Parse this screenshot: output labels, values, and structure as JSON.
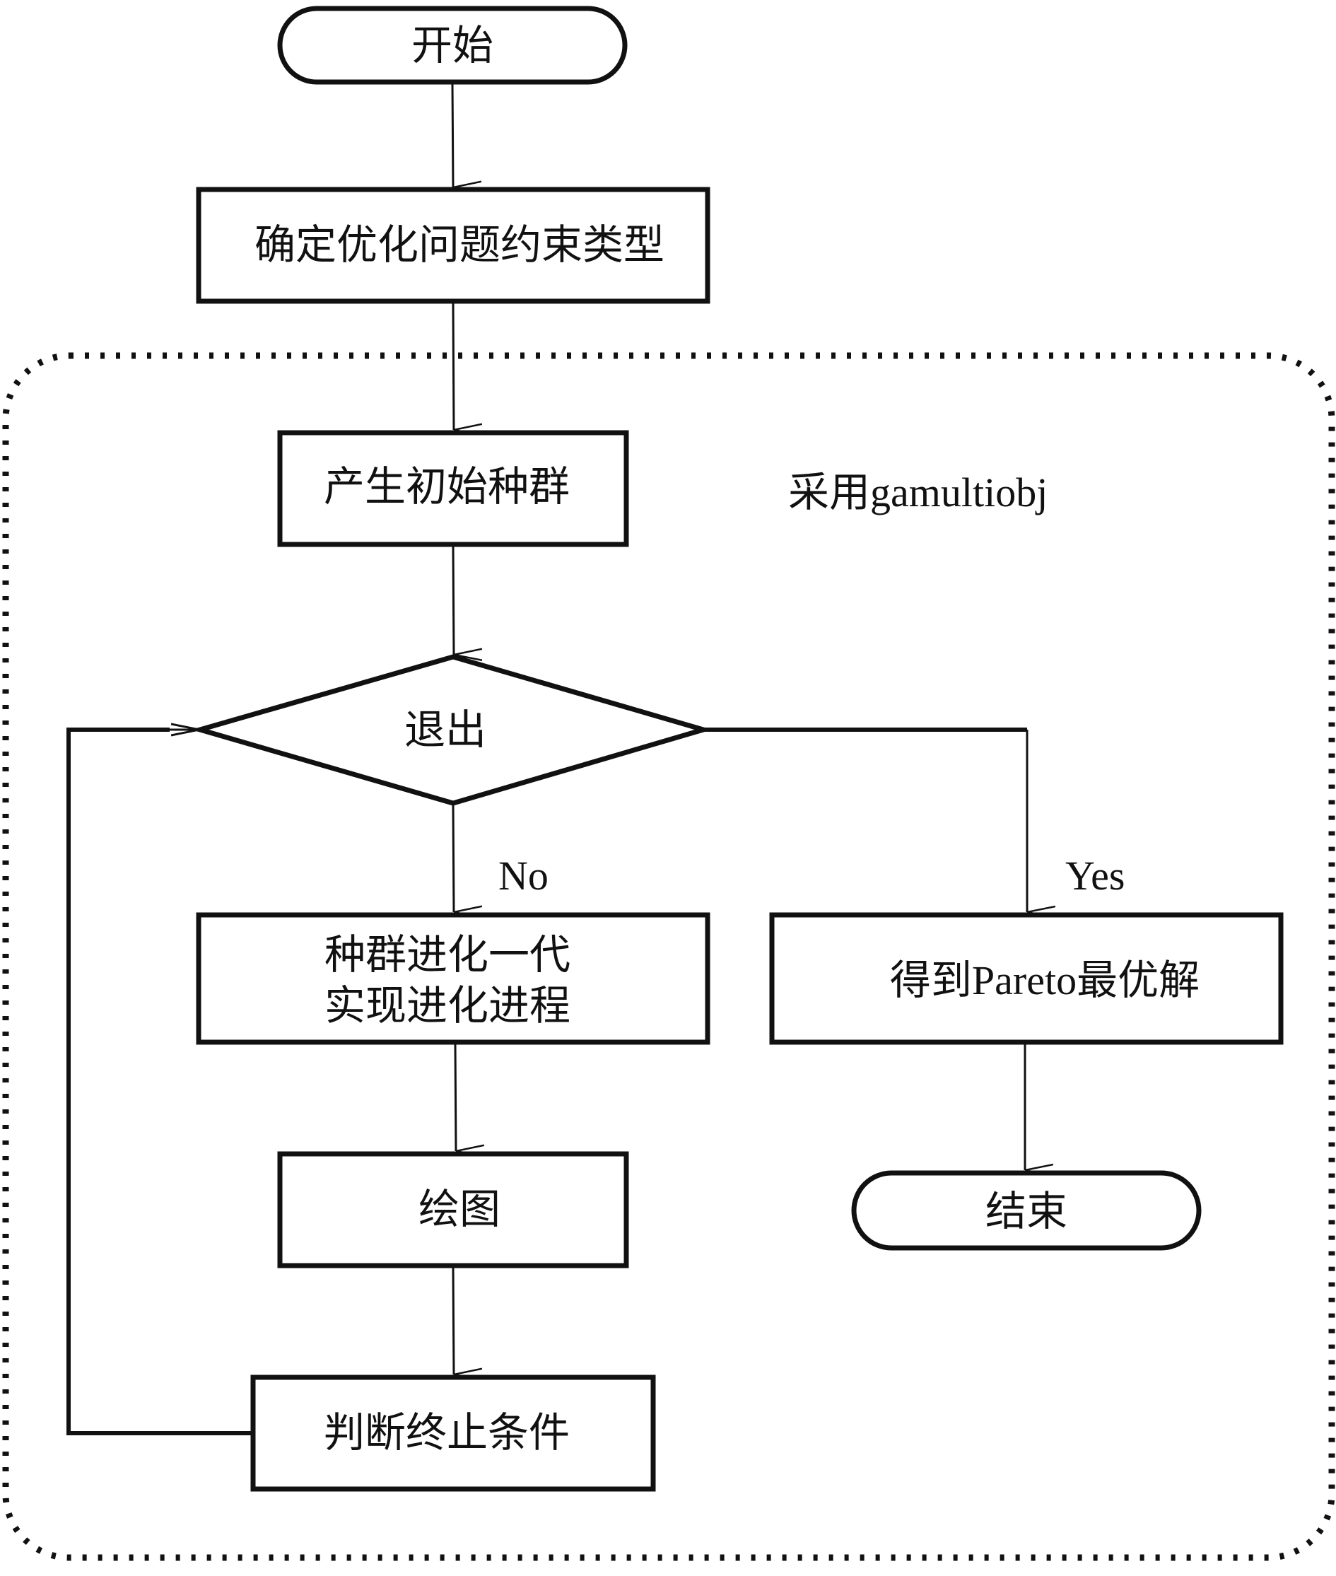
{
  "diagram": {
    "type": "flowchart",
    "container_label": "采用gamultiobj",
    "nodes": {
      "start": "开始",
      "determine_type": "确定优化问题约束类型",
      "init_population": "产生初始种群",
      "exit_decision": "退出",
      "evolve_line1": "种群进化一代",
      "evolve_line2": "实现进化进程",
      "pareto": "得到Pareto最优解",
      "plot": "绘图",
      "check_termination": "判断终止条件",
      "end": "结束"
    },
    "edge_labels": {
      "no": "No",
      "yes": "Yes"
    },
    "edges": [
      {
        "from": "start",
        "to": "determine_type"
      },
      {
        "from": "determine_type",
        "to": "init_population"
      },
      {
        "from": "init_population",
        "to": "exit_decision"
      },
      {
        "from": "exit_decision",
        "to": "evolve",
        "label": "No"
      },
      {
        "from": "exit_decision",
        "to": "pareto",
        "label": "Yes"
      },
      {
        "from": "evolve",
        "to": "plot"
      },
      {
        "from": "plot",
        "to": "check_termination"
      },
      {
        "from": "check_termination",
        "to": "exit_decision"
      },
      {
        "from": "pareto",
        "to": "end"
      }
    ]
  }
}
